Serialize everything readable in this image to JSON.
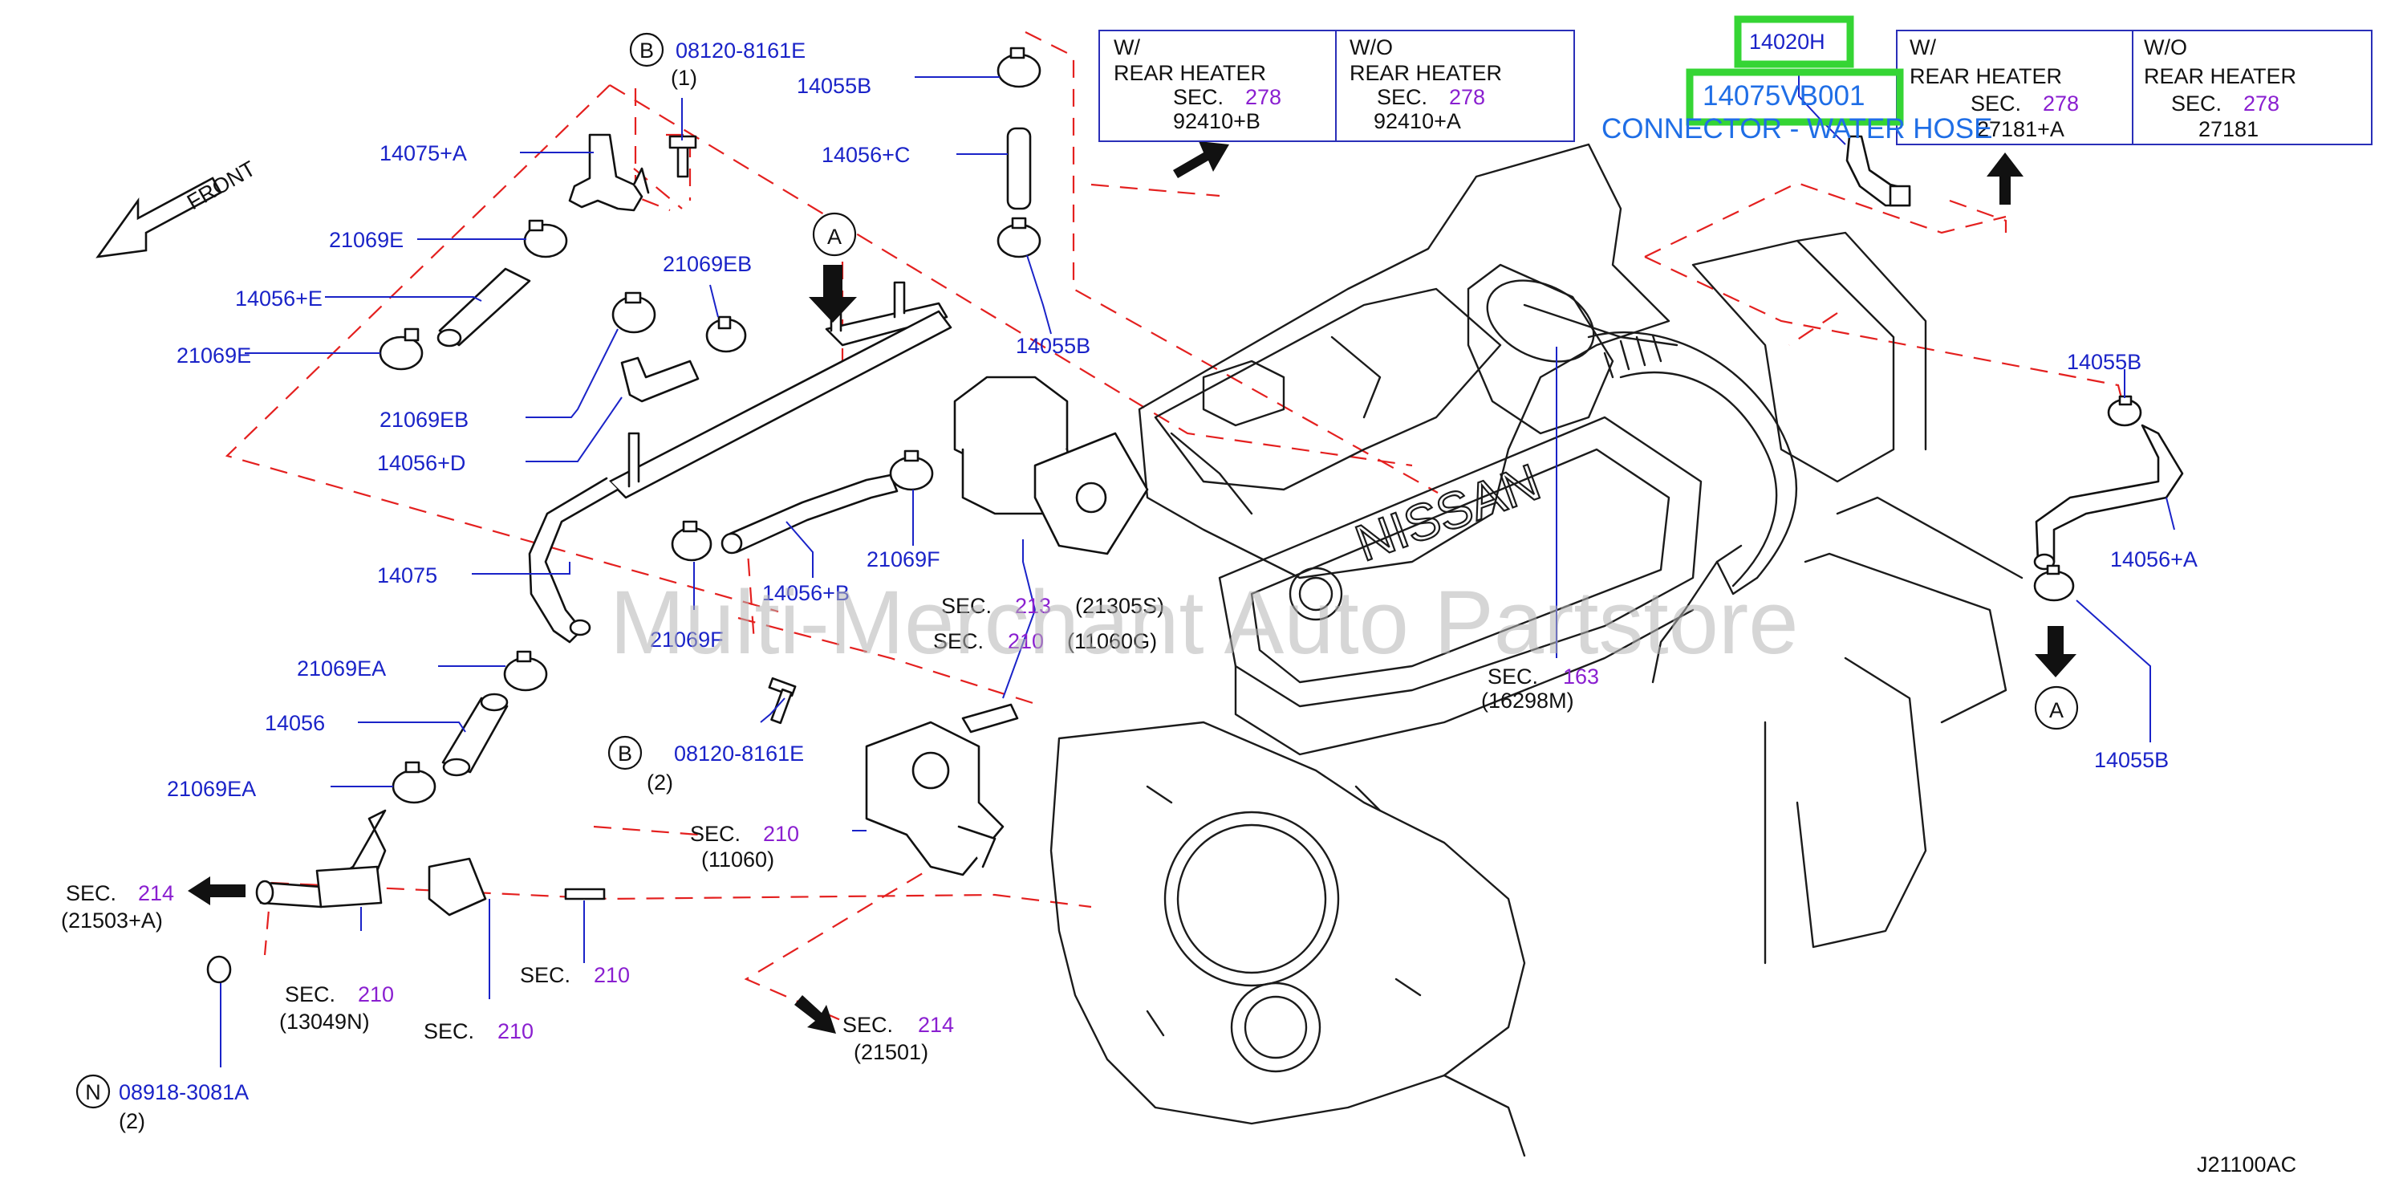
{
  "callouts": {
    "c_08120_top": "08120-8161E",
    "c_08120_top_qty": "(1)",
    "c_14075A": "14075+A",
    "c_21069E_1": "21069E",
    "c_14056E": "14056+E",
    "c_21069E_2": "21069E",
    "c_21069EB_1": "21069EB",
    "c_21069EB_2": "21069EB",
    "c_14056D": "14056+D",
    "c_14075": "14075",
    "c_21069F_1": "21069F",
    "c_14056B": "14056+B",
    "c_21069F_2": "21069F",
    "c_21069EA_1": "21069EA",
    "c_14056": "14056",
    "c_21069EA_2": "21069EA",
    "c_14055B_1": "14055B",
    "c_14056C": "14056+C",
    "c_14055B_2": "14055B",
    "c_08120_mid": "08120-8161E",
    "c_08120_mid_qty": "(2)",
    "c_08918": "08918-3081A",
    "c_08918_qty": "(2)",
    "c_14020H": "14020H",
    "c_14075VB001": "14075VB001",
    "c_connector_desc": "CONNECTOR - WATER HOSE",
    "c_14055B_3": "14055B",
    "c_14056A": "14056+A",
    "c_14055B_4": "14055B"
  },
  "sections": {
    "sec": "SEC.",
    "s213": "213",
    "s213_code": "(21305S)",
    "s210_a": "210",
    "s210_a_code": "(11060G)",
    "s163": "163",
    "s163_code": "(16298M)",
    "s210_b": "210",
    "s210_b_code": "(11060)",
    "s214_a": "214",
    "s214_a_code": "(21503+A)",
    "s210_c": "210",
    "s210_c_code": "(13049N)",
    "s210_d": "210",
    "s210_e": "210",
    "s214_b": "214",
    "s214_b_code": "(21501)"
  },
  "circle_marks": {
    "B": "B",
    "N": "N",
    "A": "A"
  },
  "tables": {
    "left": {
      "w_title": "W/",
      "w_label": "REAR  HEATER",
      "w_sec_num": "278",
      "w_code": "92410+B",
      "wo_title": "W/O",
      "wo_label": "REAR  HEATER",
      "wo_sec_num": "278",
      "wo_code": "92410+A"
    },
    "right": {
      "w_title": "W/",
      "w_label": "REAR  HEATER",
      "w_sec_num": "278",
      "w_code": "27181+A",
      "wo_title": "W/O",
      "wo_label": "REAR  HEATER",
      "wo_sec_num": "278",
      "wo_code": "27181"
    }
  },
  "front_label": "FRONT",
  "engine_logo": "NISSAN",
  "diagram_code": "J21100AC",
  "watermark": "Multi-Merchant Auto Partstore",
  "colors": {
    "part_number": "#1a23c8",
    "section_number": "#8a1fd0",
    "dashed_guide": "#e4201f",
    "highlight": "#35d534",
    "connector_desc": "#1f6ee6"
  }
}
